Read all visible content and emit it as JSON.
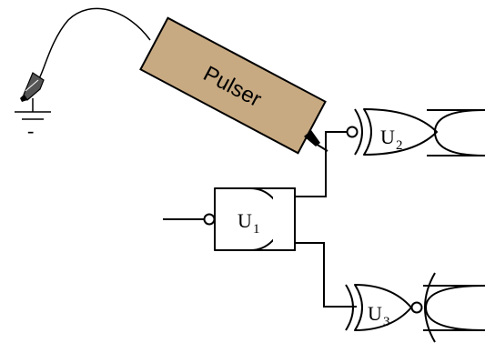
{
  "pulser": {
    "label": "Pulser",
    "body_color": "#c8aa82"
  },
  "ground": {
    "minus_sign": "-"
  },
  "gates": [
    {
      "id": "U2",
      "letter": "U",
      "subscript": "2",
      "type": "XOR with inverted input"
    },
    {
      "id": "U1",
      "letter": "U",
      "subscript": "1",
      "type": "AND with inverted input"
    },
    {
      "id": "U3",
      "letter": "U",
      "subscript": "3",
      "type": "XNOR"
    }
  ],
  "colors": {
    "line": "#000000",
    "background": "#ffffff",
    "clip": "#555555"
  }
}
